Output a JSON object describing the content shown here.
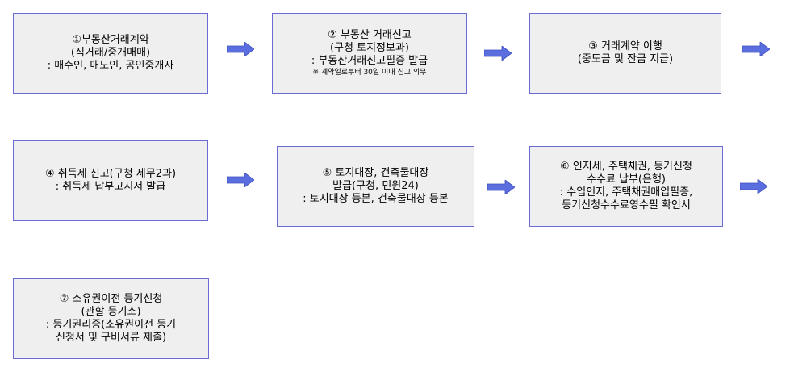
{
  "steps": [
    {
      "lines": [
        "①부동산거래계약",
        "(직거래/중개매매)",
        ": 매수인, 매도인, 공인중개사"
      ],
      "note": ""
    },
    {
      "lines": [
        "② 부동산 거래신고",
        "(구청 토지정보과)",
        ": 부동산거래신고필증 발급"
      ],
      "note": "※ 계약일로부터 30일 이내 신고 의무"
    },
    {
      "lines": [
        "③ 거래계약 이행",
        "(중도금 및 잔금 지급)"
      ],
      "note": ""
    },
    {
      "lines": [
        "④ 취득세 신고(구청 세무2과)",
        ": 취득세 납부고지서 발급"
      ],
      "note": ""
    },
    {
      "lines": [
        "⑤ 토지대장, 건축물대장",
        "발급(구청, 민원24)",
        ": 토지대장 등본, 건축물대장 등본"
      ],
      "note": ""
    },
    {
      "lines": [
        "⑥ 인지세, 주택채권, 등기신청",
        "수수료 납부(은행)",
        ": 수입인지, 주택채권매입필증,",
        "등기신청수수료영수필 확인서"
      ],
      "note": ""
    },
    {
      "lines": [
        "⑦ 소유권이전 등기신청",
        "(관할 등기소)",
        ": 등기권리증(소유권이전 등기",
        "신청서 및 구비서류 제출)"
      ],
      "note": ""
    }
  ],
  "colors": {
    "box_fill": "#efefef",
    "box_border": "#6b6bd8",
    "arrow": "#5b6ee0"
  }
}
